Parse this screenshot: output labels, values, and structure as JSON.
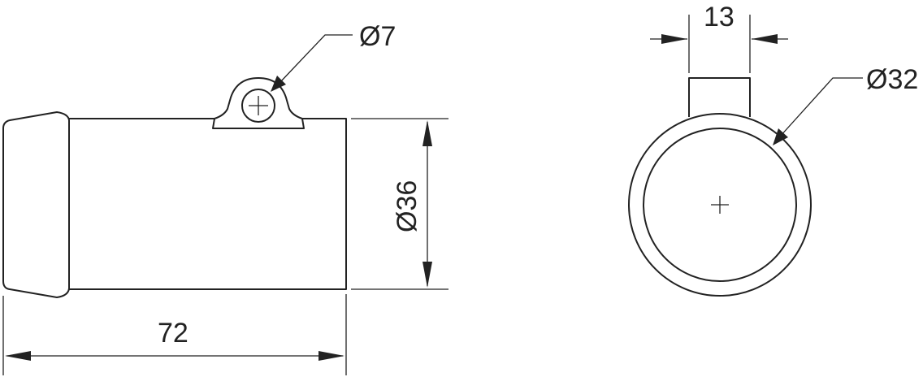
{
  "drawing": {
    "side_view": {
      "length_label": "72",
      "diameter_label": "Ø36",
      "hole_label": "Ø7"
    },
    "end_view": {
      "width_label": "13",
      "diameter_label": "Ø32"
    },
    "line_color": "#222222",
    "background_color": "#ffffff"
  }
}
